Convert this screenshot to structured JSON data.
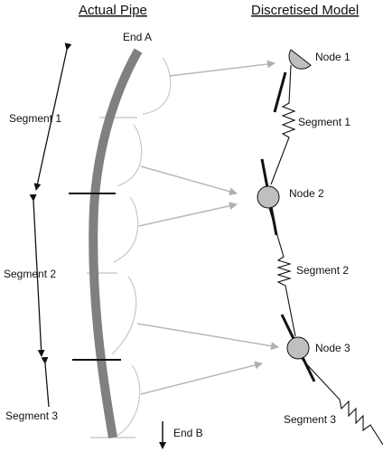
{
  "headings": {
    "left": "Actual Pipe",
    "right": "Discretised Model"
  },
  "pipe_labels": {
    "end_a": "End  A",
    "end_b": "End  B",
    "segment_1": "Segment 1",
    "segment_2": "Segment 2",
    "segment_3": "Segment 3"
  },
  "model_labels": {
    "node_1": "Node 1",
    "node_2": "Node 2",
    "node_3": "Node 3",
    "segment_1": "Segment 1",
    "segment_2": "Segment 2",
    "segment_3": "Segment 3"
  },
  "colors": {
    "pipe": "#808080",
    "node_fill": "#bfbfbf",
    "grey_line": "#c0c0c0",
    "ink": "#111111"
  }
}
